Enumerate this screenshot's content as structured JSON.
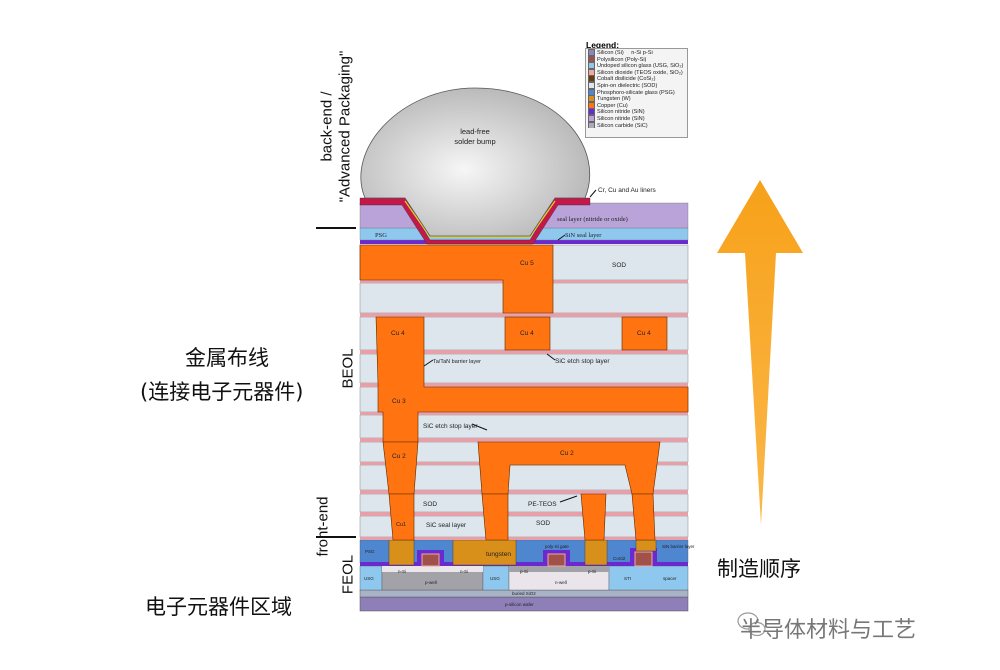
{
  "left_labels": {
    "metal_wiring": "金属布线",
    "metal_wiring_sub": "(连接电子元器件)",
    "device_region": "电子元器件区域"
  },
  "side_labels": {
    "back_end_line1": "back-end /",
    "back_end_line2": "\"Advanced Packaging\"",
    "beol": "BEOL",
    "front_end": "front-end",
    "feol": "FEOL"
  },
  "right_labels": {
    "manufacturing_order": "制造顺序",
    "arrow_color": "#f7a11a"
  },
  "watermark": "半导体材料与工艺",
  "legend": {
    "title": "Legend:",
    "items": [
      {
        "label": "Silicon (Si)",
        "color": "#8e86b8",
        "extra": "n-Si  p-Si"
      },
      {
        "label": "Polysilicon (Poly-Si)",
        "color": "#a0524a"
      },
      {
        "label": "Undoped silicon glass (USG, SiO₂)",
        "color": "#8fc8ee"
      },
      {
        "label": "Silicon dioxide (TEOS oxide, SiO₂)",
        "color": "#f0a8a0"
      },
      {
        "label": "Cobalt disilicide (CoSi₂)",
        "color": "#6a3a10"
      },
      {
        "label": "Spin-on dielectric (SOD)",
        "color": "#dde6ec"
      },
      {
        "label": "Phosphoro-silicate glass (PSG)",
        "color": "#4f86d0"
      },
      {
        "label": "Tungsten (W)",
        "color": "#d8901a"
      },
      {
        "label": "Copper (Cu)",
        "color": "#ff7410"
      },
      {
        "label": "Silicon nitride (SiN)",
        "color": "#6a2ad0"
      },
      {
        "label": "Silicon nitride (SiN)",
        "color": "#b9a3d8"
      },
      {
        "label": "Silicon carbide (SiC)",
        "color": "#b0a8b8"
      }
    ]
  },
  "diagram_labels": {
    "bump": "lead-free\nsolder bump",
    "bump_line1": "lead-free",
    "bump_line2": "solder bump",
    "liners": "Cr, Cu and Au liners",
    "seal_layer": "seal layer (nitride or oxide)",
    "psg": "PSG",
    "sin_seal": "SiN seal layer",
    "cu5": "Cu 5",
    "sod_top": "SOD",
    "cu4": "Cu 4",
    "tatan": "Ta/TaN barrier layer",
    "sic_etch_1": "SiC etch stop layer",
    "cu3": "Cu 3",
    "sic_etch_2": "SiC etch stop layer",
    "cu2": "Cu 2",
    "sod": "SOD",
    "pe_teos": "PE-TEOS",
    "cu1": "Cu1",
    "sic_seal": "SiC seal layer",
    "sod2": "SOD",
    "psg_bottom": "PSG",
    "tungsten": "tungsten",
    "polysi_gate": "poly-Si gate",
    "cosi2": "CoSi2",
    "sin_barrier": "SiN barrier layer",
    "spacer": "spacer",
    "usg": "USG",
    "n_si": "n-Si",
    "p_well": "p-well",
    "p_si": "p-Si",
    "n_well": "n-well",
    "sti": "STI",
    "buried": "buried SiO2",
    "wafer": "p-silicon wafer"
  }
}
